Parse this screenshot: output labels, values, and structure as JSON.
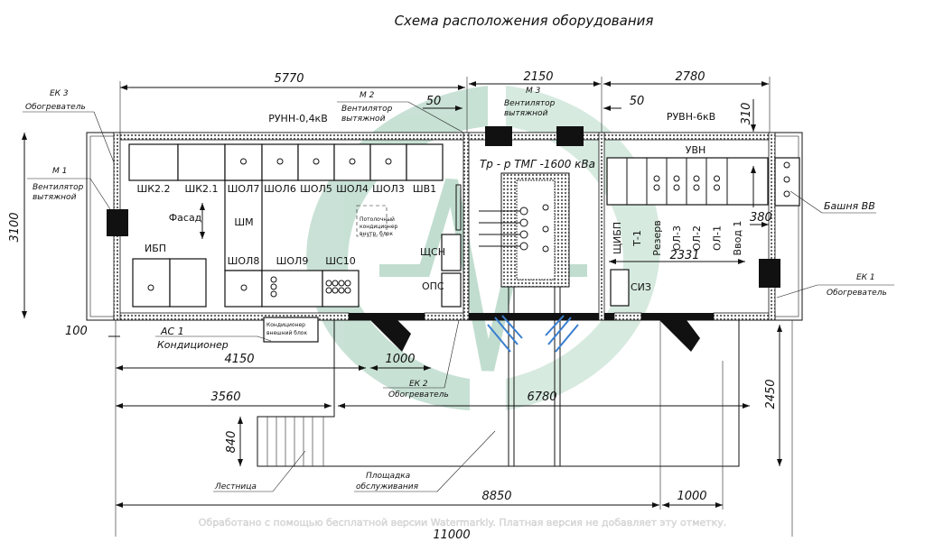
{
  "title": "Схема расположения оборудования",
  "rooms": {
    "lv": "РУНН-0,4кВ",
    "hv": "РУВН-6кВ",
    "transformer": "Тр - р ТМГ -1600 кВа",
    "hv_switchgear": "УВН"
  },
  "lv_cabinets_top": [
    "ШК2.2",
    "ШК2.1",
    "ШОЛ7",
    "ШОЛ6",
    "ШОЛ5",
    "ШОЛ4",
    "ШОЛ3",
    "ШВ1"
  ],
  "lv_cabinets_bottom": [
    "ШОЛ8",
    "ШОЛ9",
    "ШС10"
  ],
  "lv_other": {
    "shm": "ШМ",
    "ups": "ИБП",
    "facade": "Фасад",
    "ceiling_ac": [
      "Потолочный",
      "кондиционер",
      "внутр. блок"
    ],
    "aux_panel": "ЩСН",
    "ops": "ОПС"
  },
  "hv_cells": [
    "ЩИБП",
    "Т-1",
    "Резерв",
    "ОЛ-3",
    "ОЛ-2",
    "ОЛ-1",
    "Ввод 1"
  ],
  "hv_other": {
    "ppe": "СИЗ",
    "tower": "Башня ВВ"
  },
  "callouts": {
    "ek3": [
      "ЕК 3",
      "Обогреватель"
    ],
    "m1": [
      "М 1",
      "Вентилятор",
      "вытяжной"
    ],
    "m2": [
      "М 2",
      "Вентилятор",
      "вытяжной"
    ],
    "m3": [
      "М 3",
      "Вентилятор",
      "вытяжной"
    ],
    "ek1": [
      "ЕК 1",
      "Обогреватель"
    ],
    "ek2": [
      "ЕК 2",
      "Обогреватель"
    ],
    "ac1": [
      "АС 1",
      "Кондиционер"
    ],
    "ac_outdoor": [
      "Кондиционер",
      "внешний блок"
    ],
    "stairs": "Лестница",
    "platform": [
      "Площадка",
      "обслуживания"
    ]
  },
  "dimensions": {
    "d5770": "5770",
    "d2150": "2150",
    "d2780": "2780",
    "d50a": "50",
    "d50b": "50",
    "d310": "310",
    "d380": "380",
    "d2331": "2331",
    "d3100": "3100",
    "d100": "100",
    "d4150": "4150",
    "d1000a": "1000",
    "d3560": "3560",
    "d6780": "6780",
    "d2450": "2450",
    "d840": "840",
    "d8850": "8850",
    "d1000b": "1000",
    "d11000": "11000"
  },
  "watermark": "Обработано с помощью бесплатной версии Watermarkly. Платная версия не добавляет эту отметку."
}
